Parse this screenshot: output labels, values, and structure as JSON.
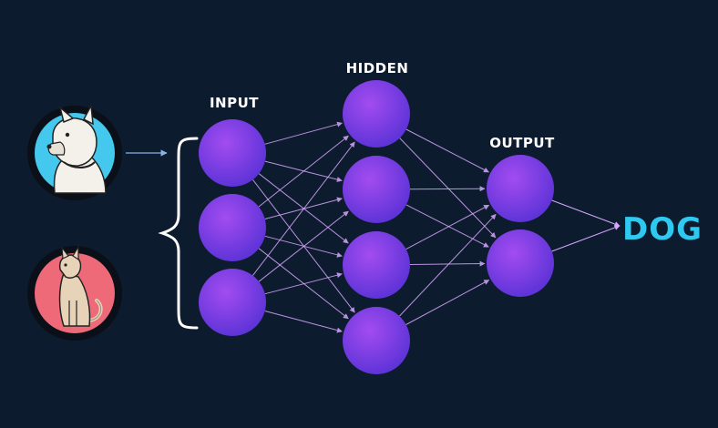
{
  "labels": {
    "input": "INPUT",
    "hidden": "HIDDEN",
    "output": "OUTPUT",
    "result": "DOG"
  },
  "layers": {
    "input_nodes": 3,
    "hidden_nodes": 4,
    "output_nodes": 2
  },
  "images": [
    {
      "subject": "dog",
      "icon": "dog-icon",
      "background": "#45c8ee"
    },
    {
      "subject": "cat",
      "icon": "cat-icon",
      "background": "#ee6a79"
    }
  ],
  "colors": {
    "background": "#0d1b2e",
    "node_light": "#a24cf0",
    "node_dark": "#5a32d6",
    "edge": "#d7a8ff",
    "result": "#2ec9f0",
    "text": "#ffffff"
  }
}
